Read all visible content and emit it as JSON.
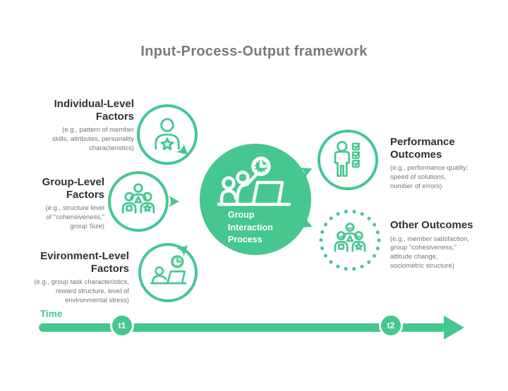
{
  "title": "Input-Process-Output framework",
  "colors": {
    "accent": "#45c78f",
    "heading_text": "#2f3034",
    "caption_text": "#74757a",
    "title_text": "#797a7e"
  },
  "inputs": [
    {
      "heading": "Individual-Level\nFactors",
      "caption": "(e.g., pattern of member\nskills, attributes, personality\ncharacteristics)",
      "icon": "person-with-star-icon"
    },
    {
      "heading": "Group-Level\nFactors",
      "caption": "(e.g., structure level\nof \"cohensiveness,\"\ngroup Size)",
      "icon": "group-of-people-icon"
    },
    {
      "heading": "Evironment-Level\nFactors",
      "caption": "(e.g., group task characteristics,\nreward structure, level of\nenvironmental stress)",
      "icon": "person-laptop-clock-icon"
    }
  ],
  "process": {
    "label": "Group\nInteraction\nProcess",
    "icon": "team-meeting-clock-icon"
  },
  "outputs": [
    {
      "heading": "Performance\nOutcomes",
      "caption": "(e.g., performance quality;\nspeed of solutions,\nnumber of errors)",
      "icon": "person-with-checklist-icon"
    },
    {
      "heading": "Other Outcomes",
      "caption": "(e.g., member satisfaction,\ngroup \"cohesiveness,\"\nattitude change,\nsociometric structure)",
      "icon": "happy-group-icon"
    }
  ],
  "timeline": {
    "label": "Time",
    "markers": [
      "t1",
      "t2"
    ]
  }
}
